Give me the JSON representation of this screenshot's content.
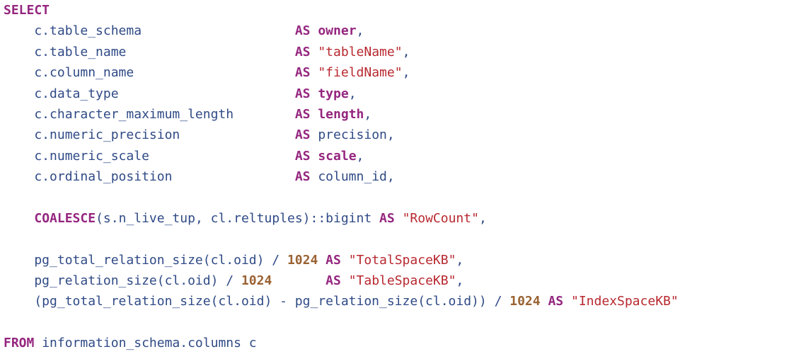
{
  "editor": {
    "colors": {
      "background": "#ffffff",
      "keyword": "#95267f",
      "identifier": "#2f4a86",
      "string": "#b8282f",
      "number": "#9a6232"
    },
    "lines": [
      [
        {
          "t": "kw",
          "v": "SELECT"
        }
      ],
      [
        {
          "t": "txt",
          "v": "    c.table_schema                    "
        },
        {
          "t": "kw",
          "v": "AS"
        },
        {
          "t": "txt",
          "v": " "
        },
        {
          "t": "kw",
          "v": "owner"
        },
        {
          "t": "txt",
          "v": ","
        }
      ],
      [
        {
          "t": "txt",
          "v": "    c.table_name                      "
        },
        {
          "t": "kw",
          "v": "AS"
        },
        {
          "t": "txt",
          "v": " "
        },
        {
          "t": "str",
          "v": "\"tableName\""
        },
        {
          "t": "txt",
          "v": ","
        }
      ],
      [
        {
          "t": "txt",
          "v": "    c.column_name                     "
        },
        {
          "t": "kw",
          "v": "AS"
        },
        {
          "t": "txt",
          "v": " "
        },
        {
          "t": "str",
          "v": "\"fieldName\""
        },
        {
          "t": "txt",
          "v": ","
        }
      ],
      [
        {
          "t": "txt",
          "v": "    c.data_type                       "
        },
        {
          "t": "kw",
          "v": "AS"
        },
        {
          "t": "txt",
          "v": " "
        },
        {
          "t": "kw",
          "v": "type"
        },
        {
          "t": "txt",
          "v": ","
        }
      ],
      [
        {
          "t": "txt",
          "v": "    c.character_maximum_length        "
        },
        {
          "t": "kw",
          "v": "AS"
        },
        {
          "t": "txt",
          "v": " "
        },
        {
          "t": "kw",
          "v": "length"
        },
        {
          "t": "txt",
          "v": ","
        }
      ],
      [
        {
          "t": "txt",
          "v": "    c.numeric_precision               "
        },
        {
          "t": "kw",
          "v": "AS"
        },
        {
          "t": "txt",
          "v": " precision,"
        }
      ],
      [
        {
          "t": "txt",
          "v": "    c.numeric_scale                   "
        },
        {
          "t": "kw",
          "v": "AS"
        },
        {
          "t": "txt",
          "v": " "
        },
        {
          "t": "kw",
          "v": "scale"
        },
        {
          "t": "txt",
          "v": ","
        }
      ],
      [
        {
          "t": "txt",
          "v": "    c.ordinal_position                "
        },
        {
          "t": "kw",
          "v": "AS"
        },
        {
          "t": "txt",
          "v": " column_id,"
        }
      ],
      [],
      [
        {
          "t": "txt",
          "v": "    "
        },
        {
          "t": "kw",
          "v": "COALESCE"
        },
        {
          "t": "txt",
          "v": "(s.n_live_tup, cl.reltuples)::bigint "
        },
        {
          "t": "kw",
          "v": "AS"
        },
        {
          "t": "txt",
          "v": " "
        },
        {
          "t": "str",
          "v": "\"RowCount\""
        },
        {
          "t": "txt",
          "v": ","
        }
      ],
      [],
      [
        {
          "t": "txt",
          "v": "    pg_total_relation_size(cl.oid) / "
        },
        {
          "t": "num",
          "v": "1024"
        },
        {
          "t": "txt",
          "v": " "
        },
        {
          "t": "kw",
          "v": "AS"
        },
        {
          "t": "txt",
          "v": " "
        },
        {
          "t": "str",
          "v": "\"TotalSpaceKB\""
        },
        {
          "t": "txt",
          "v": ","
        }
      ],
      [
        {
          "t": "txt",
          "v": "    pg_relation_size(cl.oid) / "
        },
        {
          "t": "num",
          "v": "1024"
        },
        {
          "t": "txt",
          "v": "       "
        },
        {
          "t": "kw",
          "v": "AS"
        },
        {
          "t": "txt",
          "v": " "
        },
        {
          "t": "str",
          "v": "\"TableSpaceKB\""
        },
        {
          "t": "txt",
          "v": ","
        }
      ],
      [
        {
          "t": "txt",
          "v": "    (pg_total_relation_size(cl.oid) - pg_relation_size(cl.oid)) / "
        },
        {
          "t": "num",
          "v": "1024"
        },
        {
          "t": "txt",
          "v": " "
        },
        {
          "t": "kw",
          "v": "AS"
        },
        {
          "t": "txt",
          "v": " "
        },
        {
          "t": "str",
          "v": "\"IndexSpaceKB\""
        }
      ],
      [],
      [
        {
          "t": "kw",
          "v": "FROM"
        },
        {
          "t": "txt",
          "v": " information_schema.columns c"
        }
      ]
    ]
  }
}
